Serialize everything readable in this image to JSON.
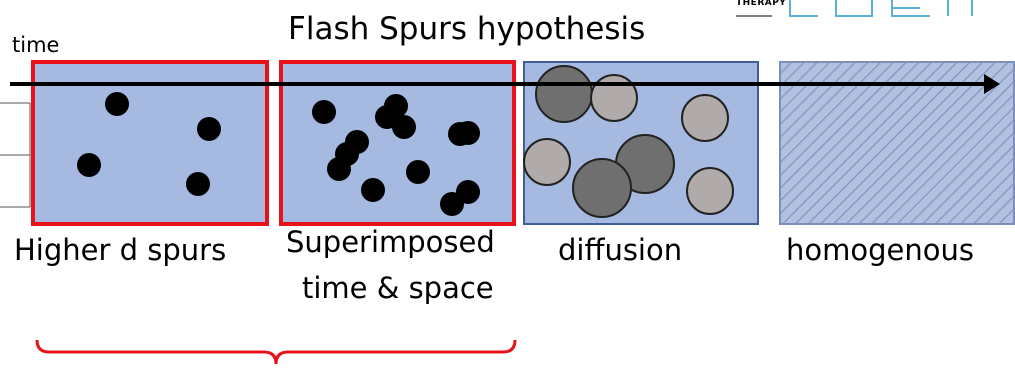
{
  "title": "Flash Spurs hypothesis",
  "time_label": "time",
  "logo_text": "THERAPY",
  "panels": [
    {
      "label": "Higher d spurs",
      "highlighted": true
    },
    {
      "label_lines": [
        "Superimposed",
        "time & space"
      ],
      "highlighted": true
    },
    {
      "label": "diffusion",
      "highlighted": false
    },
    {
      "label": "homogenous",
      "highlighted": false
    }
  ],
  "colors": {
    "panel_fill": "#a6b9e0",
    "panel_border": "#3e5f95",
    "highlight_border": "#e8121a",
    "spur_fill": "#000000",
    "diffused_dark": "#6f6f6f",
    "diffused_light": "#b0aaaa",
    "arrow": "#000000",
    "logo": "#5bb0d8"
  }
}
